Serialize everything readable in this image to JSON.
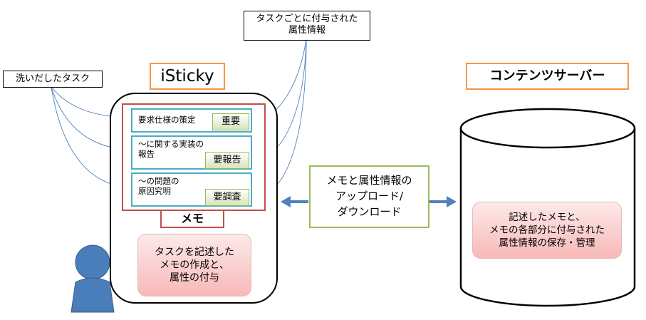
{
  "labels": {
    "washed_tasks": "洗いだしたタスク",
    "attr_note_line1": "タスクごとに付与された",
    "attr_note_line2": "属性情報"
  },
  "isticky": {
    "title": "iSticky",
    "memo_label": "メモ",
    "tasks": [
      {
        "lines": [
          "要求仕様の策定"
        ],
        "tag": "重要"
      },
      {
        "lines": [
          "～に関する実装の",
          "報告"
        ],
        "tag": "要報告"
      },
      {
        "lines": [
          "～の問題の",
          "原因究明"
        ],
        "tag": "要調査"
      }
    ],
    "desc_lines": [
      "タスクを記述した",
      "メモの作成と、",
      "属性の付与"
    ]
  },
  "sync": {
    "lines": [
      "メモと属性情報の",
      "アップロード/",
      "ダウンロード"
    ]
  },
  "server": {
    "title": "コンテンツサーバー",
    "desc_lines": [
      "記述したメモと、",
      "メモの各部分に付与された",
      "属性情報の保存・管理"
    ]
  },
  "colors": {
    "orange_border": "#f79646",
    "red_frame": "#c0504d",
    "cyan_card": "#4bacc6",
    "green_tag": "#9bbb59",
    "arrow_blue": "#4f81bd",
    "person_blue": "#4a7ebb"
  },
  "icons": {
    "user": "person-icon",
    "storage": "cylinder-icon"
  }
}
